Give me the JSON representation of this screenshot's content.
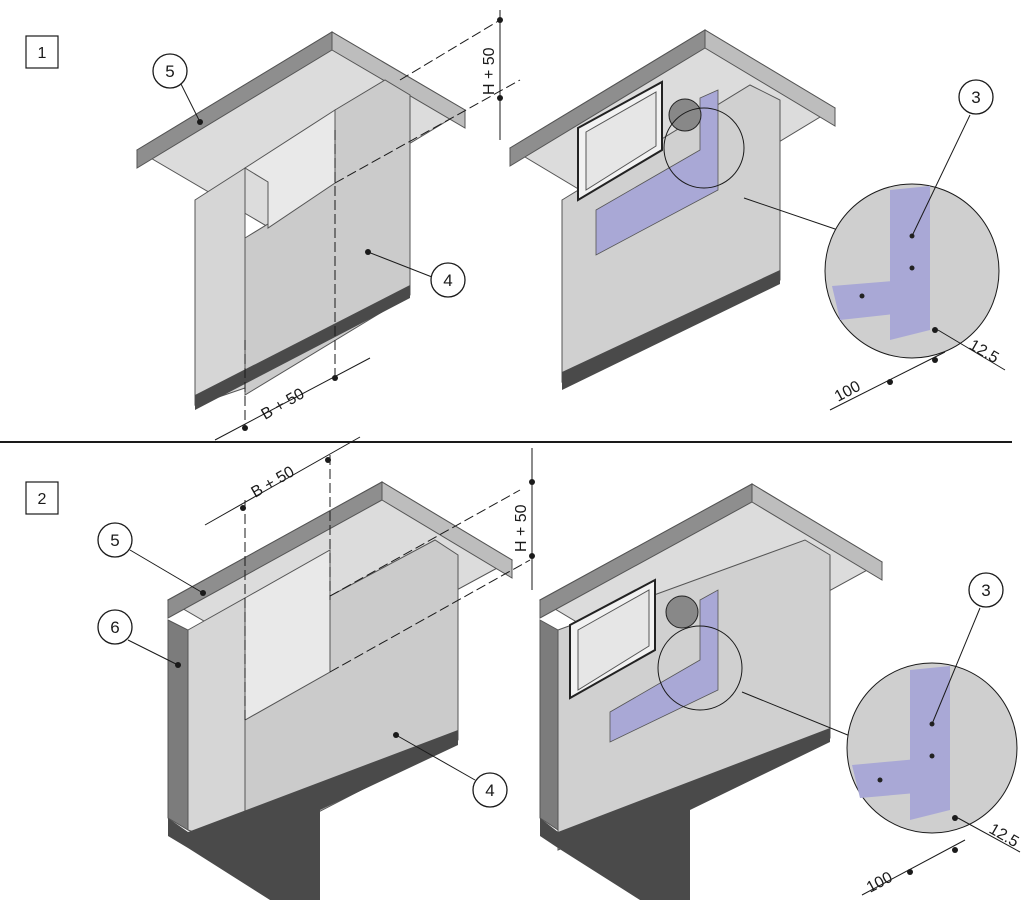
{
  "steps": {
    "one": "1",
    "two": "2"
  },
  "callouts": {
    "c5_top": "5",
    "c4_top": "4",
    "c3_top": "3",
    "c5_bottom": "5",
    "c6_bottom": "6",
    "c4_bottom": "4",
    "c3_bottom": "3"
  },
  "dimensions": {
    "h_top": "H + 50",
    "b_top": "B + 50",
    "dim100_top": "100",
    "dim125_top": "12.5",
    "h_bottom": "H + 50",
    "b_bottom": "B + 50",
    "dim100_bottom": "100",
    "dim125_bottom": "12.5"
  },
  "colors": {
    "concrete_light": "#d9d9d9",
    "concrete_mid": "#cfcfcf",
    "concrete_dark": "#9a9a9a",
    "shadow": "#4a4a4a",
    "strip": "#a9a8d6",
    "line": "#1a1a1a"
  }
}
